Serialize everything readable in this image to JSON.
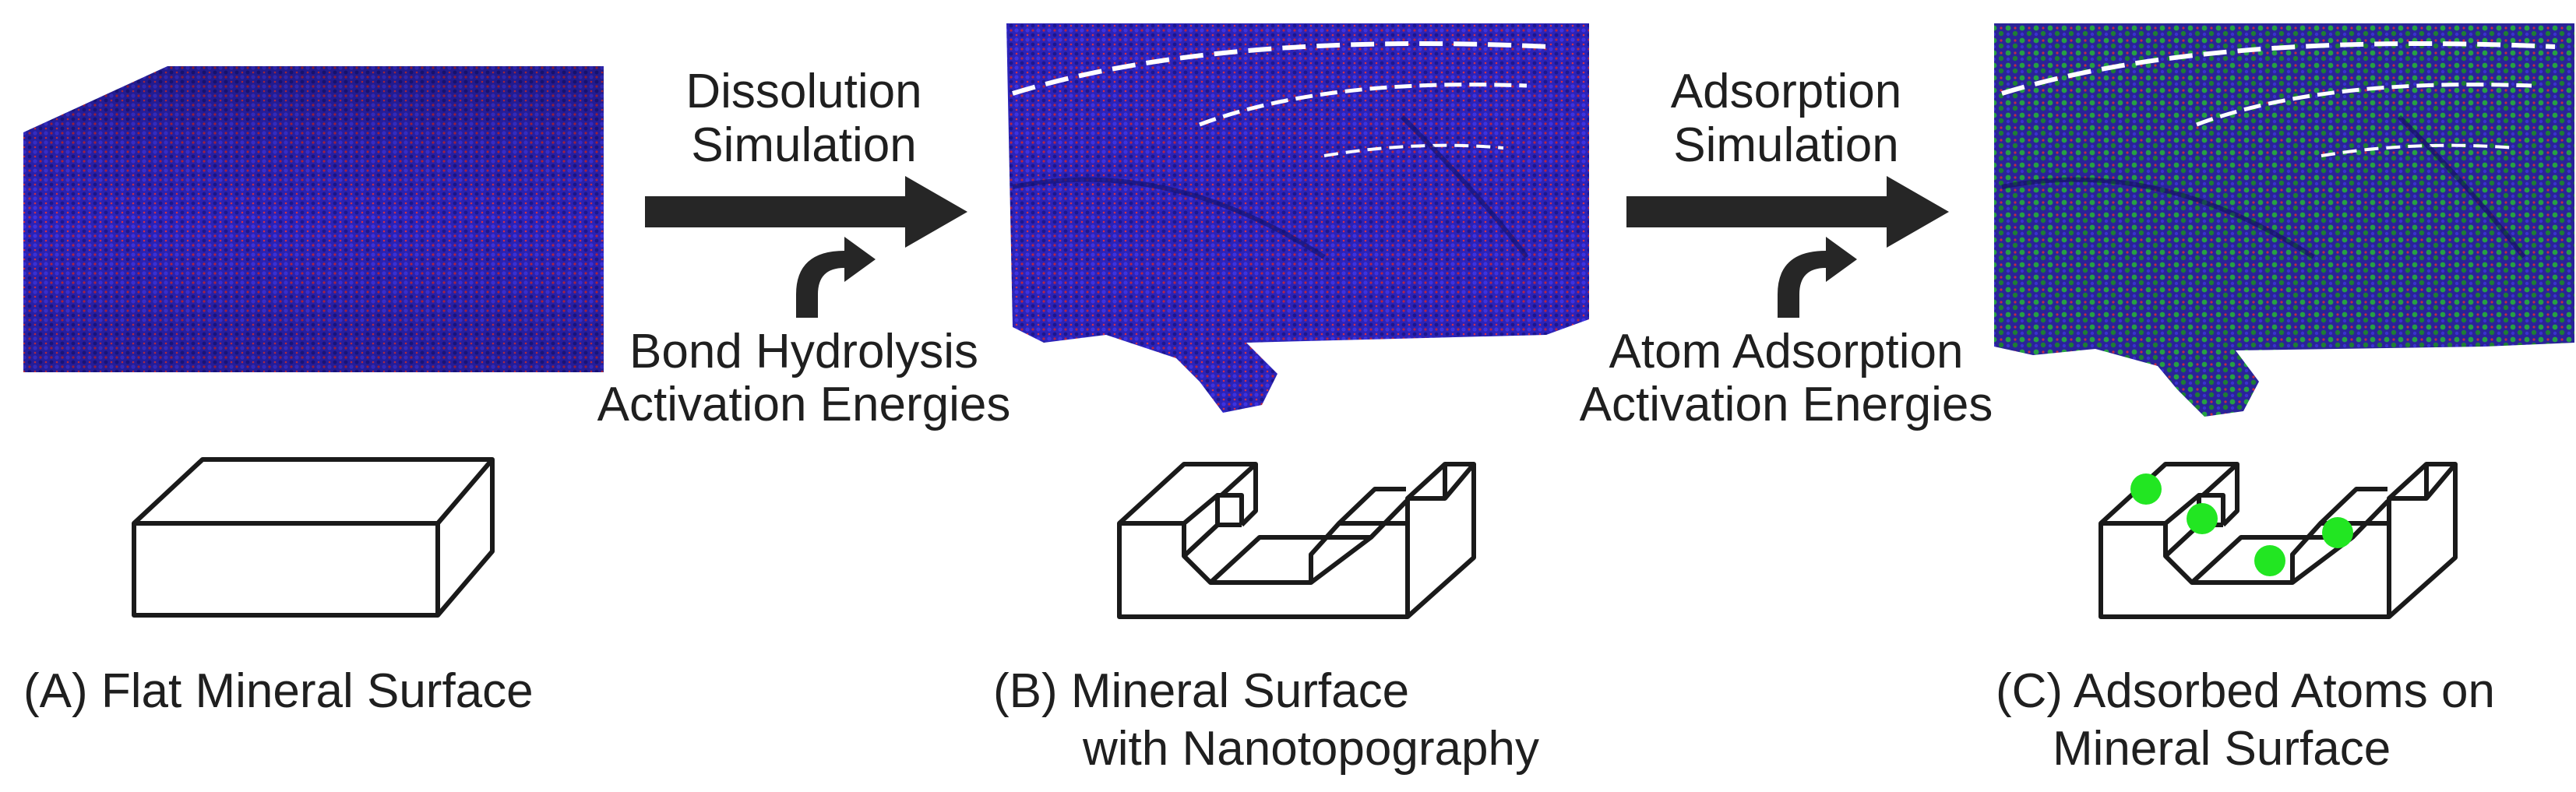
{
  "arrow1": {
    "top_lines": [
      "Dissolution",
      "Simulation"
    ],
    "bottom_lines": [
      "Bond Hydrolysis",
      "Activation Energies"
    ]
  },
  "arrow2": {
    "top_lines": [
      "Adsorption",
      "Simulation"
    ],
    "bottom_lines": [
      "Atom Adsorption",
      "Activation Energies"
    ]
  },
  "panels": [
    {
      "id": "A",
      "caption_lines": [
        "(A) Flat Mineral Surface"
      ]
    },
    {
      "id": "B",
      "caption_lines": [
        "(B) Mineral Surface",
        "with Nanotopography"
      ]
    },
    {
      "id": "C",
      "caption_lines": [
        "(C) Adsorbed Atoms on",
        "Mineral Surface"
      ]
    }
  ],
  "colors": {
    "atom_blue": "#2a24c8",
    "atom_red": "#c4203a",
    "atom_green": "#1f9a3a",
    "adsorbed_dot": "#22e622",
    "arrow": "#262626",
    "line": "#1a1a1a"
  },
  "icons": {
    "process_arrow": "right-arrow-icon",
    "activation_arrow": "curved-up-right-arrow-icon"
  }
}
